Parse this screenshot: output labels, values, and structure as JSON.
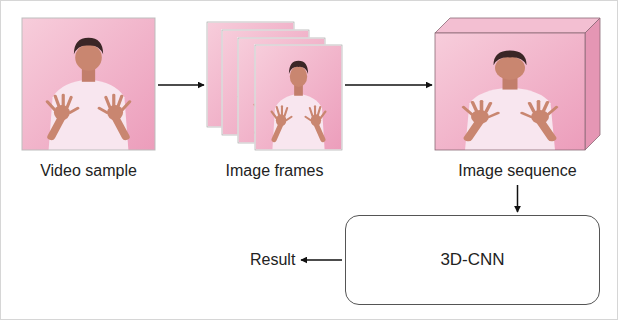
{
  "diagram": {
    "nodes": [
      {
        "text": [
          "Video sample"
        ]
      },
      {
        "text": [
          "Image frames"
        ]
      },
      {
        "text": [
          "Image sequence"
        ]
      },
      {
        "text": [
          "3D-CNN"
        ]
      },
      {
        "text": [
          "Result"
        ]
      }
    ],
    "edges": [
      {
        "from": 0,
        "to": 1,
        "arrow": "to"
      },
      {
        "from": 1,
        "to": 2,
        "arrow": "to"
      },
      {
        "from": 2,
        "to": 3,
        "arrow": "to"
      },
      {
        "from": 3,
        "to": 4,
        "arrow": "to"
      }
    ]
  }
}
